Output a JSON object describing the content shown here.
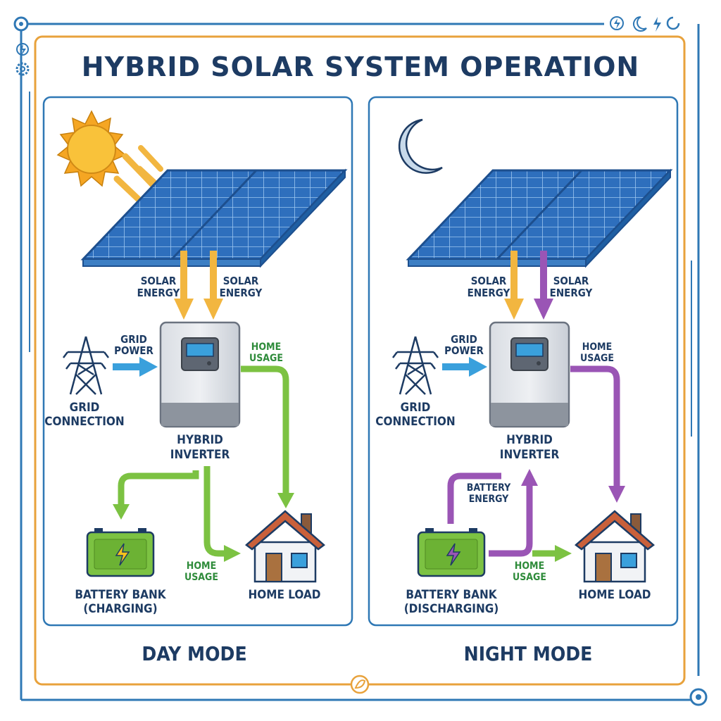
{
  "title": "HYBRID SOLAR SYSTEM OPERATION",
  "colors": {
    "navy": "#1d3b63",
    "orange_frame": "#e8a23c",
    "panel_border": "#2f78b5",
    "solar_arrow": "#f2b640",
    "grid_arrow": "#3aa0dc",
    "green_flow": "#7cc242",
    "purple_flow": "#9a55b5",
    "battery": "#7cc242"
  },
  "day": {
    "mode_label": "DAY MODE",
    "solar_left_1": "SOLAR",
    "solar_left_2": "ENERGY",
    "solar_right_1": "SOLAR",
    "solar_right_2": "ENERGY",
    "grid_power_1": "GRID",
    "grid_power_2": "POWER",
    "grid_conn_1": "GRID",
    "grid_conn_2": "CONNECTION",
    "home_usage_top_1": "HOME",
    "home_usage_top_2": "USAGE",
    "inverter_1": "HYBRID",
    "inverter_2": "INVERTER",
    "battery_1": "BATTERY BANK",
    "battery_2": "(CHARGING)",
    "home_usage_bottom_1": "HOME",
    "home_usage_bottom_2": "USAGE",
    "home_load": "HOME LOAD"
  },
  "night": {
    "mode_label": "NIGHT MODE",
    "solar_left_1": "SOLAR",
    "solar_left_2": "ENERGY",
    "solar_right_1": "SOLAR",
    "solar_right_2": "ENERGY",
    "grid_power_1": "GRID",
    "grid_power_2": "POWER",
    "grid_conn_1": "GRID",
    "grid_conn_2": "CONNECTION",
    "home_usage_top_1": "HOME",
    "home_usage_top_2": "USAGE",
    "inverter_1": "HYBRID",
    "inverter_2": "INVERTER",
    "battery_energy_1": "BATTERY",
    "battery_energy_2": "ENERGY",
    "battery_1": "BATTERY BANK",
    "battery_2": "(DISCHARGING)",
    "home_usage_bottom_1": "HOME",
    "home_usage_bottom_2": "USAGE",
    "home_load": "HOME LOAD"
  },
  "icons": [
    "sun-icon",
    "moon-icon",
    "solar-panel-icon",
    "transmission-tower-icon",
    "inverter-icon",
    "battery-icon",
    "lightning-icon",
    "house-icon",
    "gear-icon",
    "leaf-icon"
  ]
}
